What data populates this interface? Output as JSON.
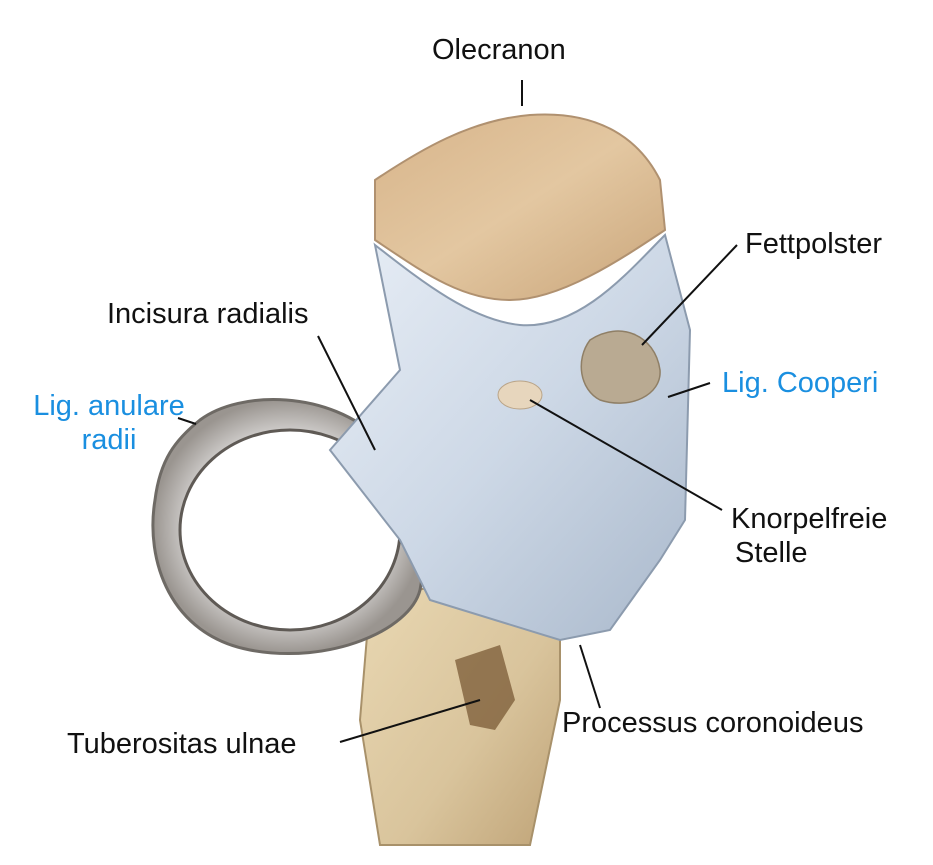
{
  "colors": {
    "label_default": "#111111",
    "label_highlight": "#1a8fe0",
    "cartilage": "#cfd9e6",
    "bone": "#d9c49c",
    "bone_dark": "#b89c70",
    "leader": "#111111"
  },
  "labels": {
    "olecranon": "Olecranon",
    "fettpolster": "Fettpolster",
    "incisura_radialis": "Incisura radialis",
    "lig_cooperi": "Lig. Cooperi",
    "lig_anulare_line1": "Lig. anulare",
    "lig_anulare_line2": "radii",
    "knorpelfreie_line1": "Knorpelfreie",
    "knorpelfreie_line2": "Stelle",
    "processus_coronoideus": "Processus coronoideus",
    "tuberositas_ulnae": "Tuberositas ulnae"
  }
}
